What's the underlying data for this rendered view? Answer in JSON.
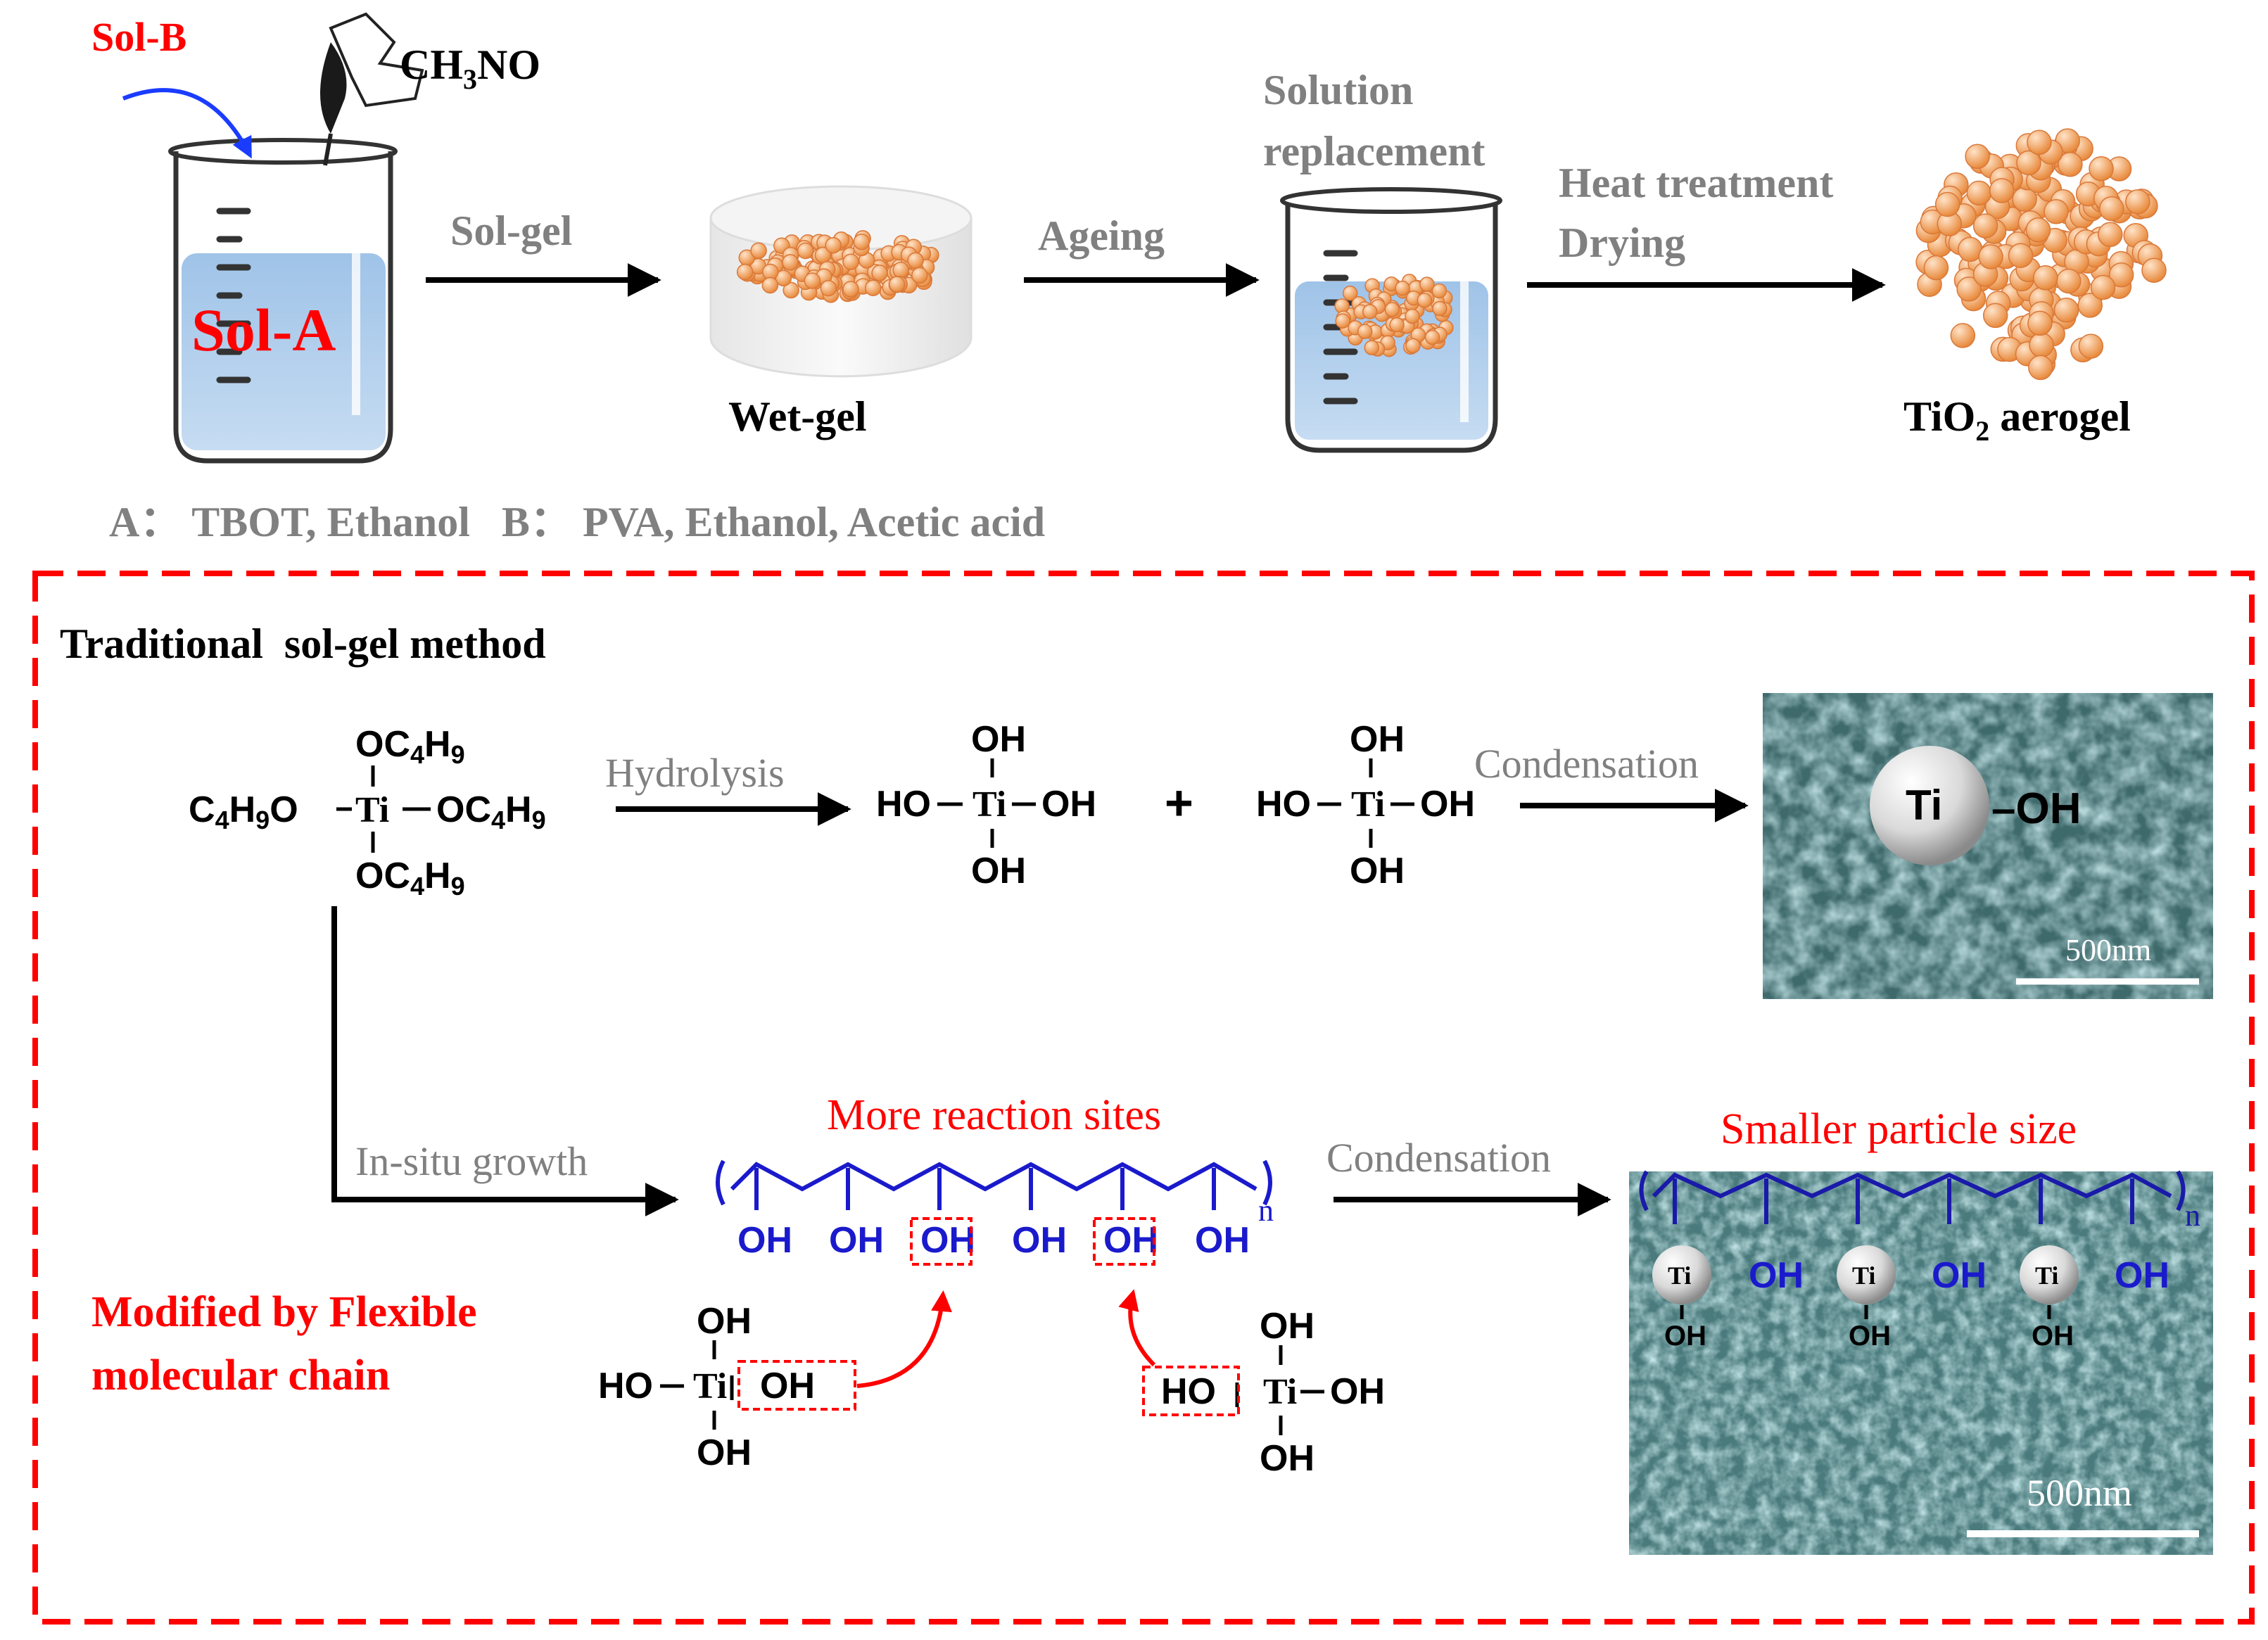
{
  "top": {
    "sol_b": "Sol-B",
    "ch3no": {
      "main": "CH",
      "sub": "3",
      "rest": "NO"
    },
    "sol_a": "Sol-A",
    "step1": "Sol-gel",
    "wet_gel": "Wet-gel",
    "step2": "Ageing",
    "step3_line1": "Solution",
    "step3_line2": "replacement",
    "step4_line1": "Heat treatment",
    "step4_line2": "Drying",
    "product": {
      "main": "TiO",
      "sub": "2",
      "rest": " aerogel"
    }
  },
  "legend": "A： TBOT, Ethanol   B： PVA, Ethanol, Acetic acid",
  "box": {
    "title": "Traditional  sol-gel method",
    "hydrolysis": "Hydrolysis",
    "condensation1": "Condensation",
    "insitu": "In-situ growth",
    "more_sites": "More reaction sites",
    "condensation2": "Condensation",
    "smaller": "Smaller particle size",
    "modified_line1": "Modified by Flexible",
    "modified_line2": "molecular chain",
    "scale1": "500nm",
    "scale2": "500nm",
    "ti": "Ti",
    "oh": "OH",
    "ho": "HO",
    "n": "n",
    "oc4h9": {
      "a": "OC",
      "b": "4",
      "c": "H",
      "d": "9"
    },
    "c4h9o": {
      "a": "C",
      "b": "4",
      "c": "H",
      "d": "9",
      "e": "O"
    },
    "plus": "+"
  },
  "colors": {
    "red": "#ff0000",
    "blue": "#0000cc",
    "gray": "#808080",
    "orange": "#f2a66a",
    "sem": "#5e8c8e"
  }
}
